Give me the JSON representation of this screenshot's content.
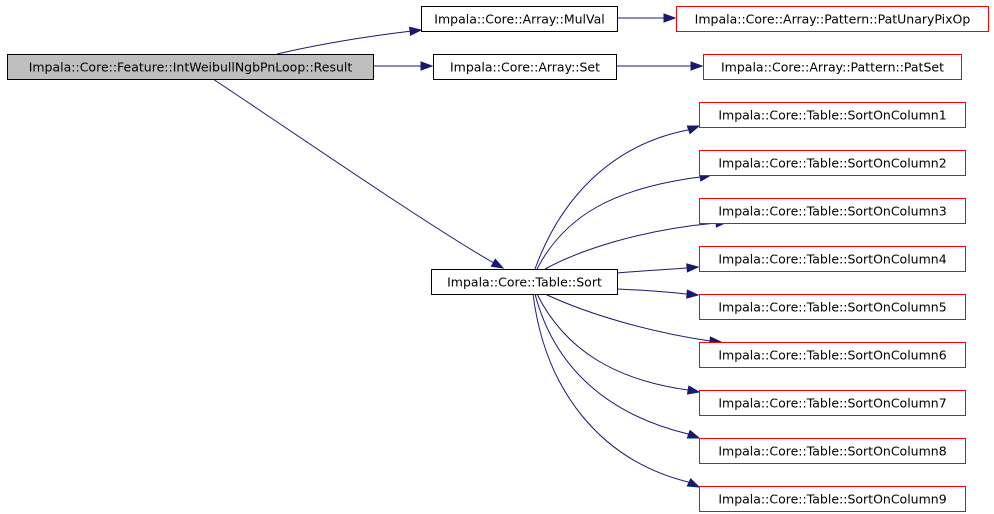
{
  "colors": {
    "edge": "#191970",
    "root_fill": "#bfbfbf",
    "root_border": "#000000",
    "documented_border": "#000000",
    "undocumented_border": "#ff0000",
    "node_fill": "#ffffff"
  },
  "nodes": [
    {
      "id": "root",
      "label": "Impala::Core::Feature::IntWeibullNgbPnLoop::Result",
      "kind": "root"
    },
    {
      "id": "mulval",
      "label": "Impala::Core::Array::MulVal",
      "kind": "documented"
    },
    {
      "id": "set",
      "label": "Impala::Core::Array::Set",
      "kind": "documented"
    },
    {
      "id": "sort",
      "label": "Impala::Core::Table::Sort",
      "kind": "documented"
    },
    {
      "id": "patunary",
      "label": "Impala::Core::Array::Pattern::PatUnaryPixOp",
      "kind": "undocumented"
    },
    {
      "id": "patset",
      "label": "Impala::Core::Array::Pattern::PatSet",
      "kind": "undocumented"
    },
    {
      "id": "soc1",
      "label": "Impala::Core::Table::SortOnColumn1",
      "kind": "undocumented"
    },
    {
      "id": "soc2",
      "label": "Impala::Core::Table::SortOnColumn2",
      "kind": "undocumented"
    },
    {
      "id": "soc3",
      "label": "Impala::Core::Table::SortOnColumn3",
      "kind": "undocumented"
    },
    {
      "id": "soc4",
      "label": "Impala::Core::Table::SortOnColumn4",
      "kind": "undocumented"
    },
    {
      "id": "soc5",
      "label": "Impala::Core::Table::SortOnColumn5",
      "kind": "undocumented"
    },
    {
      "id": "soc6",
      "label": "Impala::Core::Table::SortOnColumn6",
      "kind": "undocumented"
    },
    {
      "id": "soc7",
      "label": "Impala::Core::Table::SortOnColumn7",
      "kind": "undocumented"
    },
    {
      "id": "soc8",
      "label": "Impala::Core::Table::SortOnColumn8",
      "kind": "undocumented"
    },
    {
      "id": "soc9",
      "label": "Impala::Core::Table::SortOnColumn9",
      "kind": "undocumented"
    }
  ],
  "edges": [
    {
      "from": "root",
      "to": "mulval"
    },
    {
      "from": "root",
      "to": "set"
    },
    {
      "from": "root",
      "to": "sort"
    },
    {
      "from": "mulval",
      "to": "patunary"
    },
    {
      "from": "set",
      "to": "patset"
    },
    {
      "from": "sort",
      "to": "soc1"
    },
    {
      "from": "sort",
      "to": "soc2"
    },
    {
      "from": "sort",
      "to": "soc3"
    },
    {
      "from": "sort",
      "to": "soc4"
    },
    {
      "from": "sort",
      "to": "soc5"
    },
    {
      "from": "sort",
      "to": "soc6"
    },
    {
      "from": "sort",
      "to": "soc7"
    },
    {
      "from": "sort",
      "to": "soc8"
    },
    {
      "from": "sort",
      "to": "soc9"
    }
  ]
}
